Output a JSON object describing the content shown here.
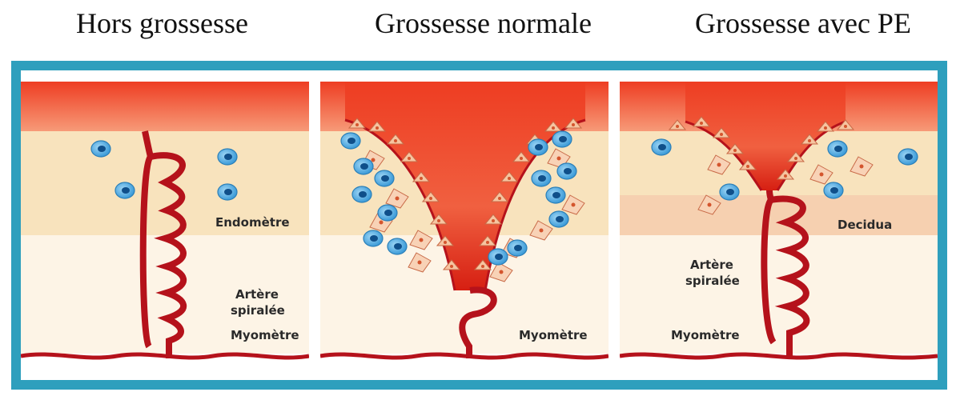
{
  "titles": [
    "Hors grossesse",
    "Grossesse normale",
    "Grossesse avec PE"
  ],
  "panels": [
    {
      "endometrium": "Endomètre",
      "artery": [
        "Artère",
        "spiralée"
      ],
      "myometrium": "Myomètre"
    },
    {
      "myometrium": "Myomètre"
    },
    {
      "decidua": "Decidua",
      "artery": [
        "Artère",
        "spiralée"
      ],
      "myometrium": "Myomètre"
    }
  ],
  "colors": {
    "frame": "#2e9fbd",
    "artery": "#b5121b",
    "tissue_red": "#ee3d22",
    "beige": "#f8e3bd",
    "light": "#fdf4e6",
    "cell_blue": "#2b86c6",
    "trophoblast": "#f3b28c"
  }
}
